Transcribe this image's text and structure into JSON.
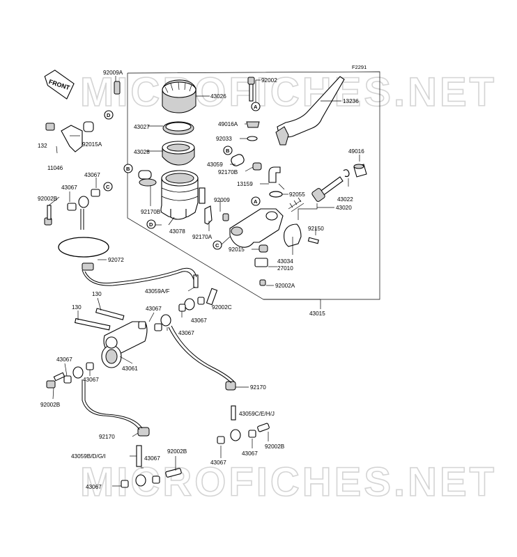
{
  "diagram_code": "F2291",
  "watermark": "MICROFICHES.NET",
  "front_arrow": "FRONT",
  "parts": {
    "p92009A": "92009A",
    "p132": "132",
    "p92015A": "92015A",
    "p11046": "11046",
    "p43026": "43026",
    "p92002_top": "92002",
    "p13236": "13236",
    "p43027": "43027",
    "p49016A": "49016A",
    "p92033": "92033",
    "p43028": "43028",
    "p43059": "43059",
    "p92170B_top": "92170B",
    "p49016": "49016",
    "p13159": "13159",
    "p92055": "92055",
    "p43022": "43022",
    "p43020": "43020",
    "p92170B_res": "92170B",
    "p92009": "92009",
    "p43078": "43078",
    "p92170A": "92170A",
    "p92150": "92150",
    "p92015": "92015",
    "p43034": "43034",
    "p27010": "27010",
    "p92002A": "92002A",
    "p43015": "43015",
    "p43067_a": "43067",
    "p43067_b": "43067",
    "p92002B_left": "92002B",
    "p92072": "92072",
    "p43059AF": "43059A/F",
    "p92002C": "92002C",
    "p130_a": "130",
    "p130_b": "130",
    "p43067_c": "43067",
    "p43067_d": "43067",
    "p43067_e": "43067",
    "p43061": "43061",
    "p43067_f": "43067",
    "p43067_g": "43067",
    "p92002B_low": "92002B",
    "p92170_mid": "92170",
    "p43059CEHJ": "43059C/E/H/J",
    "p92170_low": "92170",
    "p43059BDGI": "43059B/D/G/I",
    "p43067_h": "43067",
    "p92002B_b": "92002B",
    "p43067_i": "43067",
    "p43067_j": "43067",
    "p92002B_r": "92002B",
    "p43067_k": "43067"
  },
  "refs": {
    "A": "A",
    "B": "B",
    "C": "C",
    "D": "D"
  },
  "colors": {
    "line": "#000000",
    "watermark": "#d4d4d4",
    "background": "#ffffff"
  }
}
